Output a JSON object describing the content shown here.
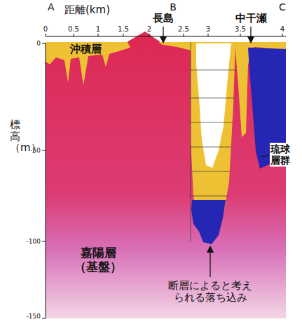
{
  "diagram": {
    "labels": [
      "A",
      "距離(km)",
      "B",
      "長島",
      "中干瀬",
      "C",
      "0",
      "0.5",
      "1",
      "1.5",
      "2",
      "2.5",
      "3",
      "3.5",
      "4",
      "沖積層",
      "琉球 層群",
      "標高（m）",
      "嘉陽層 （基盤）",
      "断層によると考え られる落ち込み",
      "0",
      "-50",
      "-100",
      "-150"
    ]
  }
}
